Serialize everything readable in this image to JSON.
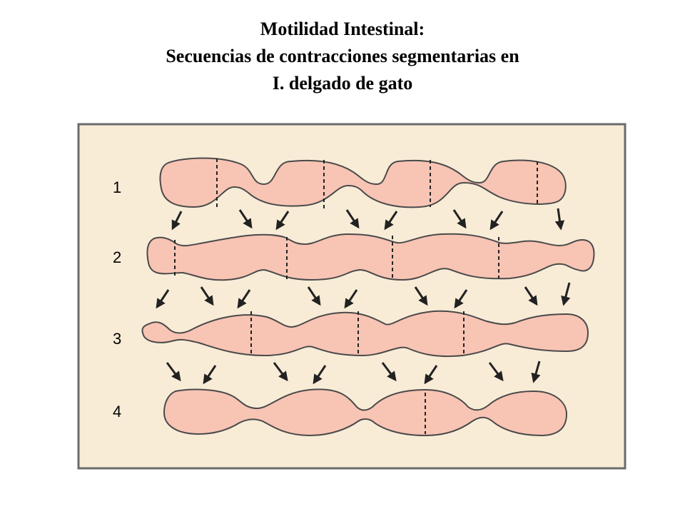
{
  "title": {
    "line1": "Motilidad Intestinal:",
    "line2": "Secuencias de contracciones segmentarias en",
    "line3": "I. delgado de gato"
  },
  "diagram": {
    "rows": [
      {
        "label": "1"
      },
      {
        "label": "2"
      },
      {
        "label": "3"
      },
      {
        "label": "4"
      }
    ]
  },
  "colors": {
    "panel_background": "#f8ecd7",
    "panel_border": "#6b6b6b",
    "intestine_fill": "#f8c4b4",
    "outline": "#4a4a4a"
  }
}
